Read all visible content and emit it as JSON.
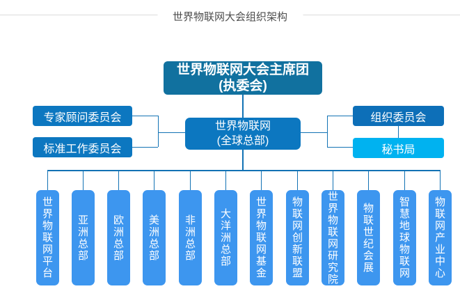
{
  "page_title": "世界物联网大会组织架构",
  "org_chart": {
    "root": {
      "line1": "世界物联网大会主席团",
      "line2": "(执委会)"
    },
    "headquarters": {
      "line1": "世界物联网",
      "line2": "(全球总部)"
    },
    "left_committees": [
      "专家顾问委员会",
      "标准工作委员会"
    ],
    "right_bodies": [
      "组织委员会",
      "秘书局"
    ],
    "branches": [
      "世界物联网平台",
      "亚洲总部",
      "欧洲总部",
      "美洲总部",
      "非洲总部",
      "大洋洲总部",
      "世界物联网基金",
      "物联网创新联盟",
      "世界物联网研究院",
      "物联世纪会展",
      "智慧地球物联网",
      "物联网产业中心"
    ]
  },
  "colors": {
    "root_box": "#11719F",
    "headquarters_box": "#0C77C0",
    "committee_box": "#0C77C0",
    "organizing_committee_box": "#0D6FB8",
    "secretariat_box": "#00B2F0",
    "branch_box": "#3D96EF",
    "connector_line": "#1272B4",
    "title_text": "#4D4D4D",
    "title_rule": "#DCDCDC"
  }
}
